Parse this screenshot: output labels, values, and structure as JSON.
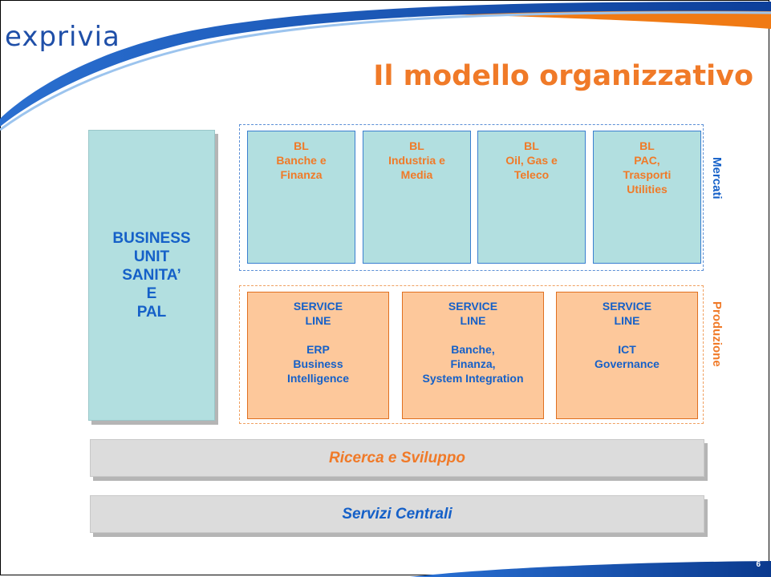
{
  "logo": {
    "text": "exprivia"
  },
  "title": "Il modello organizzativo",
  "business_unit": {
    "lines": [
      "BUSINESS",
      "UNIT",
      "SANITA’",
      "E",
      "PAL"
    ]
  },
  "mercati": {
    "label": "Mercati",
    "boxes": [
      {
        "lines": [
          "BL",
          "Banche e",
          "Finanza"
        ]
      },
      {
        "lines": [
          "BL",
          "Industria e",
          "Media"
        ]
      },
      {
        "lines": [
          "BL",
          "Oil, Gas e",
          "Teleco"
        ]
      },
      {
        "lines": [
          "BL",
          "PAC,",
          "Trasporti",
          "Utilities"
        ]
      }
    ]
  },
  "produzione": {
    "label": "Produzione",
    "boxes": [
      {
        "head": [
          "SERVICE",
          "LINE"
        ],
        "body": [
          "ERP",
          "Business",
          "Intelligence"
        ]
      },
      {
        "head": [
          "SERVICE",
          "LINE"
        ],
        "body": [
          "Banche,",
          "Finanza,",
          "System Integration"
        ]
      },
      {
        "head": [
          "SERVICE",
          "LINE"
        ],
        "body": [
          "ICT",
          "Governance"
        ]
      }
    ]
  },
  "bars": {
    "ricerca": "Ricerca e Sviluppo",
    "servizi": "Servizi Centrali"
  },
  "page_number": "6",
  "colors": {
    "blue": "#1560c8",
    "orange": "#f07a28",
    "teal": "#b2dfe0",
    "peach": "#fdc89b",
    "grey": "#dcdcdc"
  }
}
